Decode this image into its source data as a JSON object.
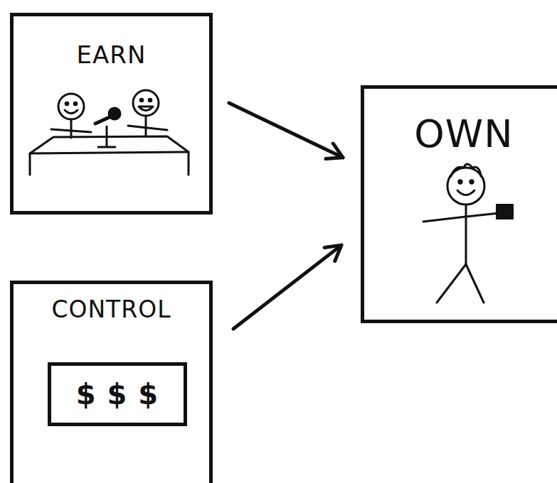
{
  "diagram": {
    "nodes": [
      {
        "text": [
          "EARN"
        ]
      },
      {
        "text": [
          "OWN"
        ]
      },
      {
        "text": [
          "CONTROL"
        ]
      },
      {
        "text": [
          "$ $ $"
        ],
        "in": 2
      }
    ],
    "edges": [
      {
        "from": 0,
        "to": 1,
        "arrow": "to"
      },
      {
        "from": 2,
        "to": 1,
        "arrow": "to"
      }
    ]
  }
}
